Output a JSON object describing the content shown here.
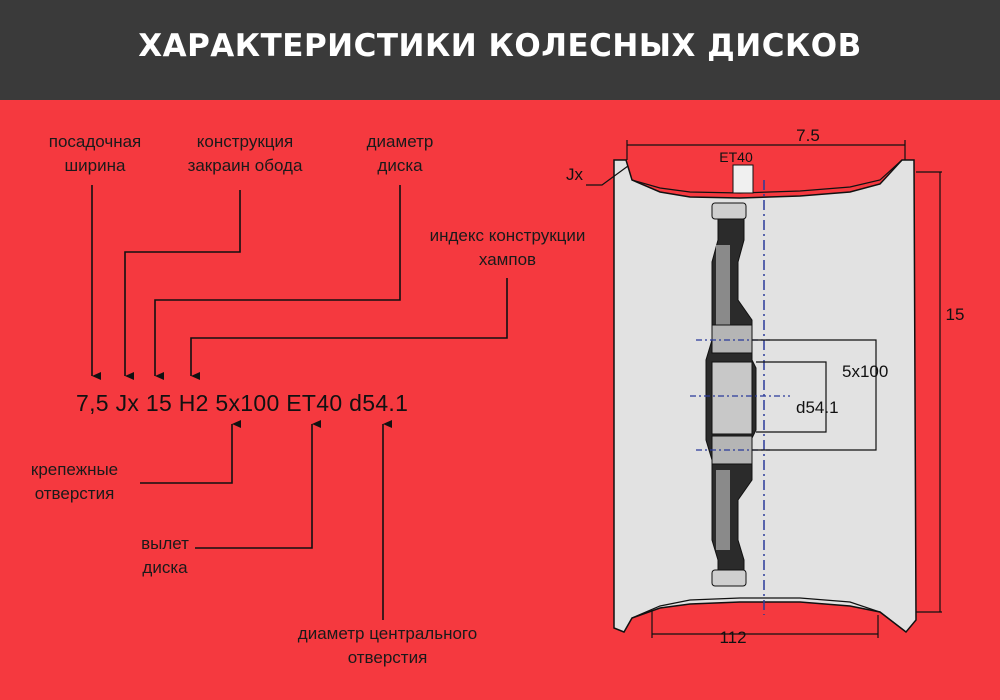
{
  "header": {
    "title": "ХАРАКТЕРИСТИКИ КОЛЕСНЫХ ДИСКОВ",
    "background": "#3a3a3a"
  },
  "colors": {
    "background": "#f5393f",
    "text": "#1a1a1a",
    "wheel_fill": "#e2e2e2",
    "hub_fill": "#2b2b2b",
    "dash_line": "#2a3a9a"
  },
  "labels": {
    "seat_width": [
      "посадочная",
      "ширина"
    ],
    "flange": [
      "конструкция",
      "закраин обода"
    ],
    "diameter": [
      "диаметр",
      "диска"
    ],
    "hump": [
      "индекс конструкции",
      "хампов"
    ],
    "bolt": [
      "крепежные",
      "отверстия"
    ],
    "offset": [
      "вылет",
      "диска"
    ],
    "center_bore": [
      "диаметр центрального",
      "отверстия"
    ]
  },
  "code": "7,5 Jx 15 H2 5x100 ET40 d54.1",
  "diagram": {
    "width_label": "7.5",
    "et_label": "ET40",
    "jx_label": "Jx",
    "diameter_label": "15",
    "pcd_label": "5x100",
    "bore_label": "d54.1",
    "flange_distance_label": "112"
  }
}
